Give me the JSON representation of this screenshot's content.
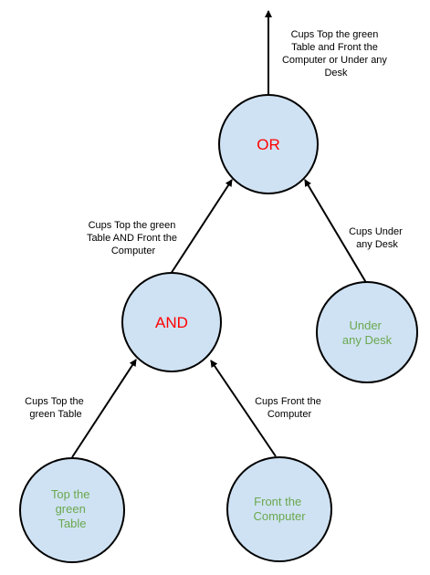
{
  "nodes": {
    "or": {
      "label": "OR"
    },
    "and": {
      "label": "AND"
    },
    "under_desk": {
      "line1": "Under",
      "line2": "any Desk"
    },
    "top_green_table": {
      "line1": "Top the",
      "line2": "green",
      "line3": "Table"
    },
    "front_computer": {
      "line1": "Front the",
      "line2": "Computer"
    }
  },
  "edge_labels": {
    "output": {
      "line1": "Cups Top the green",
      "line2": "Table and Front the",
      "line3": "Computer or Under any",
      "line4": "Desk"
    },
    "and_to_or": {
      "line1": "Cups Top the green",
      "line2": "Table AND Front the",
      "line3": "Computer"
    },
    "under_to_or": {
      "line1": "Cups Under",
      "line2": "any Desk"
    },
    "top_to_and": {
      "line1": "Cups Top the",
      "line2": "green Table"
    },
    "front_to_and": {
      "line1": "Cups Front the",
      "line2": "Computer"
    }
  },
  "colors": {
    "node_fill": "#cfe2f3",
    "operator_text": "#ff0000",
    "leaf_text": "#6aa84f",
    "edge": "#000000"
  }
}
